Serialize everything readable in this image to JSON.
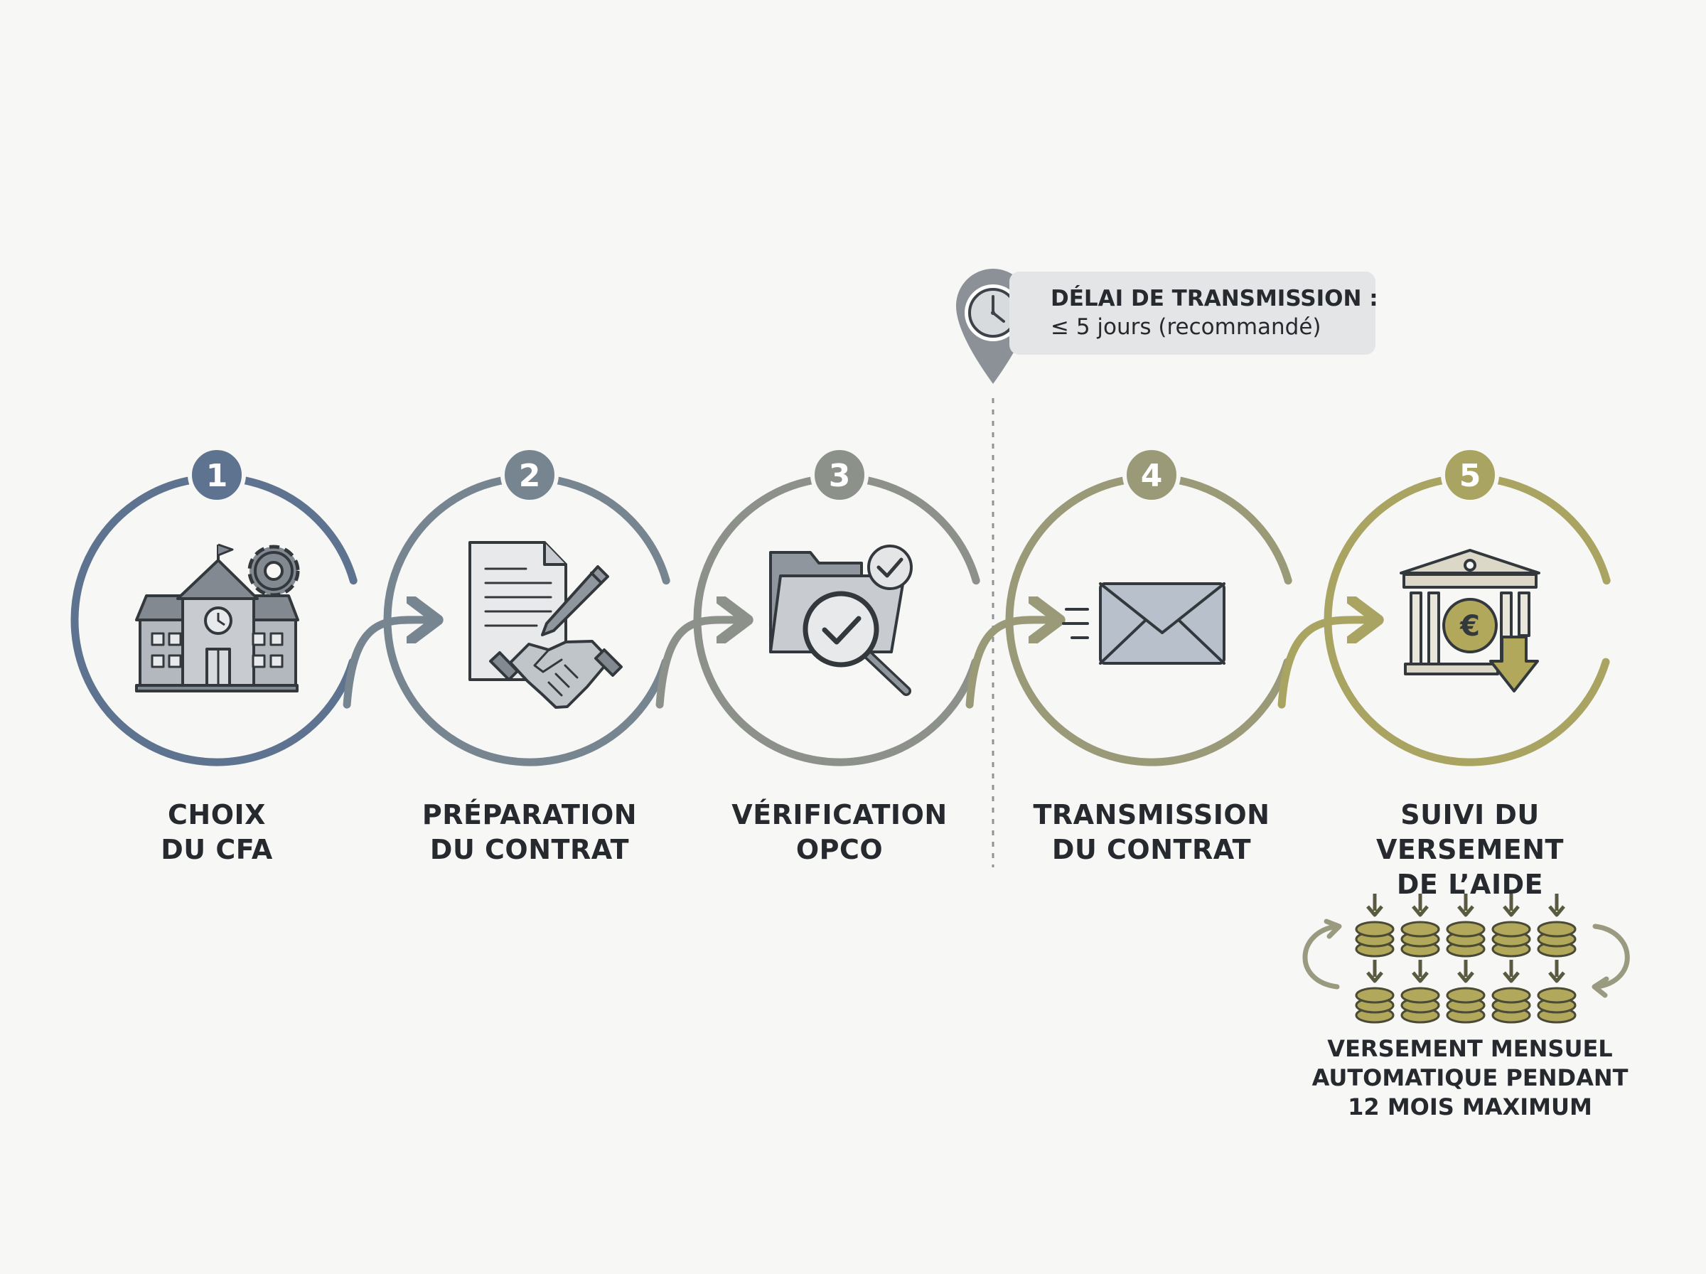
{
  "callout": {
    "title": "DÉLAI DE TRANSMISSION :",
    "text": "≤ 5 jours (recommandé)",
    "icon": "clock-icon"
  },
  "steps": [
    {
      "number": "1",
      "line1": "CHOIX",
      "line2": "DU CFA",
      "icon": "school-building-icon",
      "color": "#5e7390"
    },
    {
      "number": "2",
      "line1": "PRÉPARATION",
      "line2": "DU CONTRAT",
      "icon": "contract-handshake-icon",
      "color": "#778591"
    },
    {
      "number": "3",
      "line1": "VÉRIFICATION",
      "line2": "OPCO",
      "icon": "folder-search-icon",
      "color": "#8c918a"
    },
    {
      "number": "4",
      "line1": "TRANSMISSION",
      "line2": "DU CONTRAT",
      "icon": "envelope-icon",
      "color": "#9b9a78"
    },
    {
      "number": "5",
      "line1": "SUIVI DU VERSEMENT",
      "line2": "DE L’AIDE",
      "icon": "bank-euro-icon",
      "color": "#a9a461"
    }
  ],
  "payment_note": {
    "line1": "VERSEMENT MENSUEL",
    "line2": "AUTOMATIQUE PENDANT",
    "line3": "12 MOIS MAXIMUM",
    "icon": "coin-stacks-icon"
  }
}
